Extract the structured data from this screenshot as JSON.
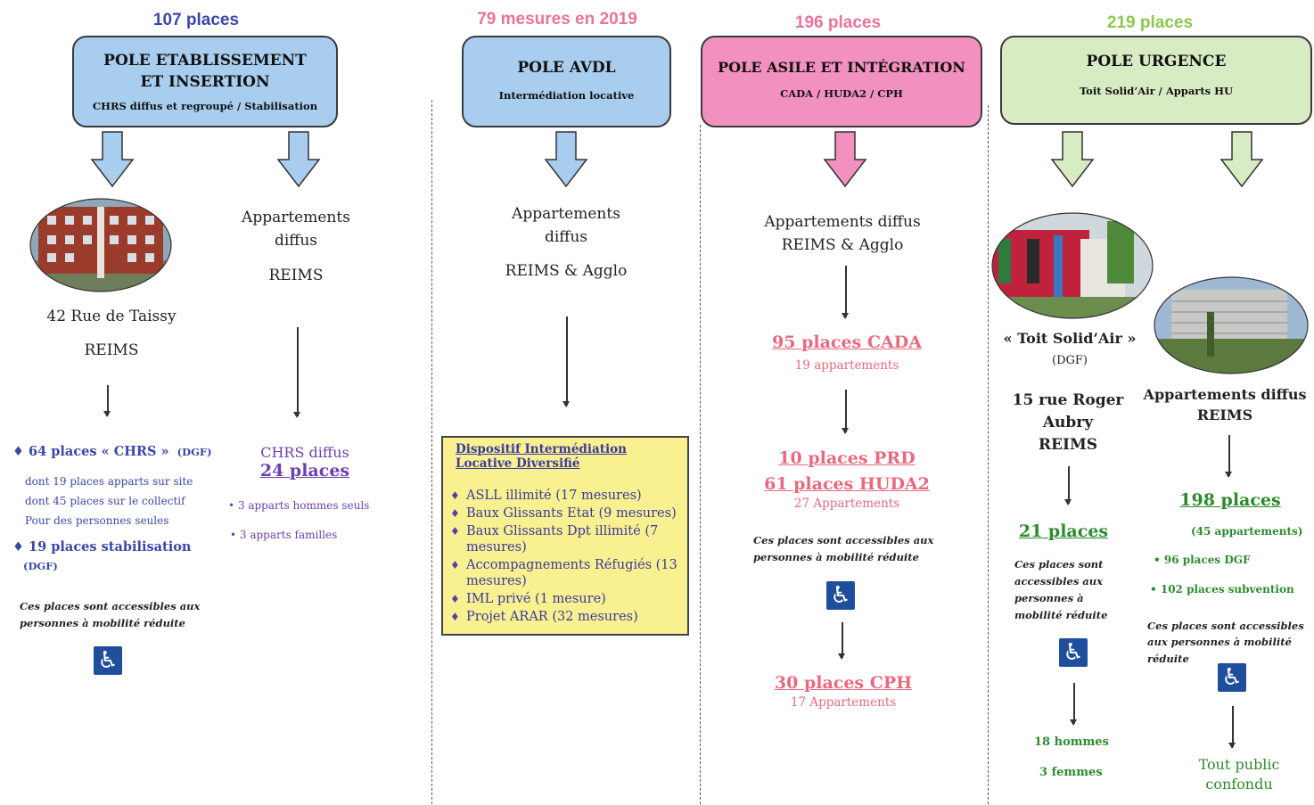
{
  "poles": {
    "etab": {
      "count": "107 places",
      "title1": "POLE ETABLISSEMENT",
      "title2": "ET INSERTION",
      "sub": "CHRS diffus et regroupé / Stabilisation"
    },
    "avdl": {
      "count": "79 mesures en 2019",
      "title1": "POLE AVDL",
      "sub": "Intermédiation locative"
    },
    "asile": {
      "count": "196 places",
      "title1": "POLE ASILE ET INTÉGRATION",
      "sub": "CADA / HUDA2 / CPH"
    },
    "urgence": {
      "count": "219 places",
      "title1": "POLE URGENCE",
      "sub": "Toit Solid’Air / Apparts HU"
    }
  },
  "col1": {
    "address": "42 Rue de Taissy",
    "city": "REIMS",
    "chrs": "♦ 64 places « CHRS »",
    "chrs_dgf": "(DGF)",
    "detail1": "dont 19 places apparts sur site",
    "detail2": "dont 45 places sur le collectif",
    "detail3": "Pour des personnes seules",
    "stab": "♦ 19 places stabilisation",
    "stab_dgf": "(DGF)",
    "pmr1": "Ces places sont accessibles aux",
    "pmr2": "personnes à mobilité réduite"
  },
  "col2": {
    "title1": "Appartements",
    "title2": "diffus",
    "city": "REIMS",
    "chrs": "CHRS diffus",
    "places": "24 places",
    "b1": "• 3 apparts hommes seuls",
    "b2": "• 3 apparts familles"
  },
  "col3": {
    "title1": "Appartements",
    "title2": "diffus",
    "city": "REIMS & Agglo",
    "box_title1": "Dispositif Intermédiation",
    "box_title2": "Locative Diversifié",
    "items": [
      "ASLL illimité (17 mesures)",
      "Baux Glissants Etat  (9 mesures)",
      "Baux Glissants Dpt illimité (7 mesures)",
      "Accompagnements Réfugiés (13 mesures)",
      "IML privé  (1 mesure)",
      "Projet ARAR  (32 mesures)"
    ]
  },
  "col4": {
    "title1": "Appartements diffus",
    "title2": "REIMS & Agglo",
    "cada": "95 places CADA",
    "cada_sub": "19 appartements",
    "prd": "10 places PRD",
    "huda": "61 places HUDA2",
    "huda_sub": "27 Appartements",
    "pmr1": "Ces places sont accessibles aux",
    "pmr2": "personnes à mobilité réduite",
    "cph": "30 places CPH",
    "cph_sub": "17 Appartements"
  },
  "col5": {
    "name": "« Toit Solid’Air »",
    "dgf": "(DGF)",
    "addr1": "15 rue Roger",
    "addr2": "Aubry",
    "city": "REIMS",
    "places": "21 places",
    "pmr1": "Ces places sont",
    "pmr2": "accessibles aux",
    "pmr3": "personnes à",
    "pmr4": "mobilité réduite",
    "men": "18 hommes",
    "women": "3 femmes"
  },
  "col6": {
    "title1": "Appartements diffus",
    "title2": "REIMS",
    "places": "198 places",
    "sub": "(45 appartements)",
    "b1": "• 96 places DGF",
    "b2": "• 102 places subvention",
    "pmr1": "Ces places sont accessibles",
    "pmr2": "aux personnes à mobilité",
    "pmr3": "réduite",
    "public1": "Tout public",
    "public2": "confondu"
  },
  "colors": {
    "blue_box": "#a9cdef",
    "pink_box": "#f291bf",
    "green_box": "#d8ecc4",
    "yellow_box": "#f9f08f"
  },
  "icons": [
    "down-arrow-icon",
    "wheelchair-icon",
    "building-photo",
    "colorful-building-photo",
    "tower-building-photo"
  ]
}
